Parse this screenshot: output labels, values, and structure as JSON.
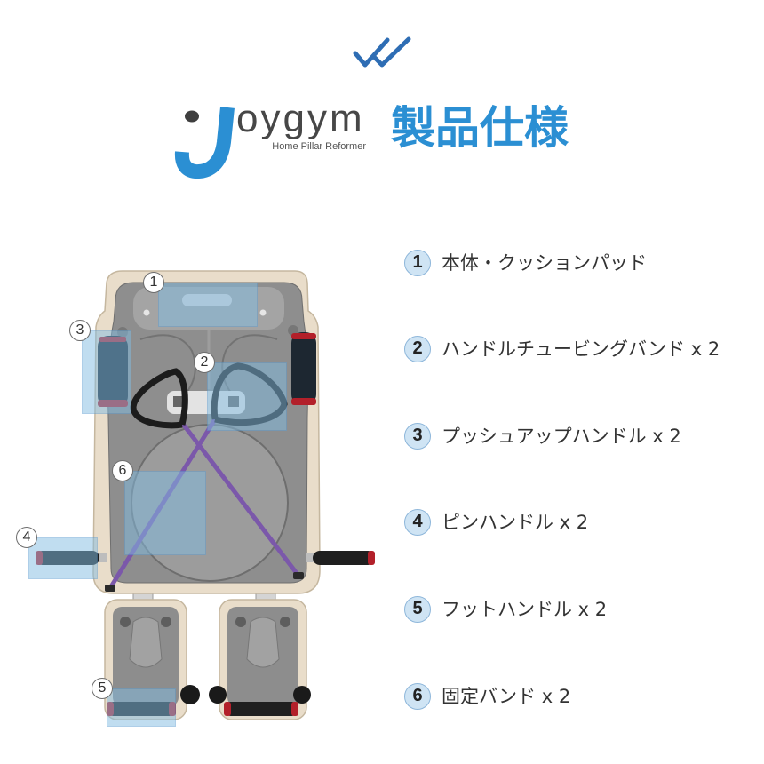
{
  "header": {
    "check_icon": "double-check-icon",
    "logo": {
      "mark_icon": "joygym-j-logo-icon",
      "wordmark": "oygym",
      "tagline": "Home Pillar Reformer"
    },
    "title": "製品仕様"
  },
  "colors": {
    "accent": "#2b8fd3",
    "check": "#2e6db4",
    "text": "#333333",
    "badge": "#cfe4f4",
    "callout_fill": "#82bce2",
    "callout_border": "#5f9fd2"
  },
  "callouts": [
    {
      "number": "1"
    },
    {
      "number": "2"
    },
    {
      "number": "3"
    },
    {
      "number": "4"
    },
    {
      "number": "5"
    },
    {
      "number": "6"
    }
  ],
  "specs": [
    {
      "number": "1",
      "label": "本体・クッションパッド"
    },
    {
      "number": "2",
      "label": "ハンドルチュービングバンド x 2"
    },
    {
      "number": "3",
      "label": "プッシュアップハンドル x 2"
    },
    {
      "number": "4",
      "label": "ピンハンドル x 2"
    },
    {
      "number": "5",
      "label": "フットハンドル x 2"
    },
    {
      "number": "6",
      "label": "固定バンド x 2"
    }
  ]
}
